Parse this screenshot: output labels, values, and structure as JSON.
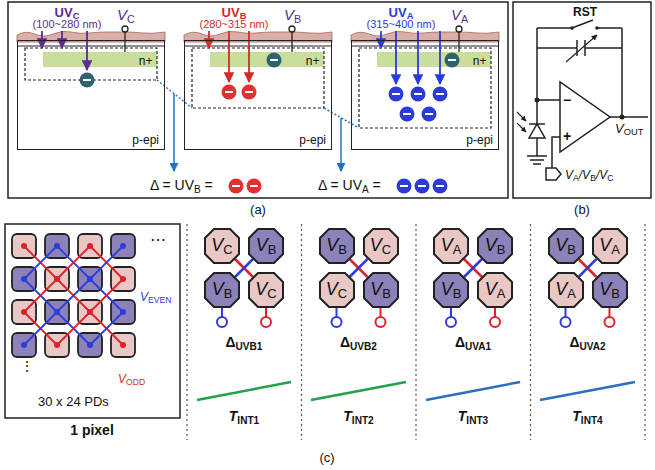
{
  "diagram": {
    "nodes": [
      {
        "text": [
          "p-epi"
        ]
      },
      {
        "text": [
          "n+"
        ],
        "in": 0
      },
      {
        "text": [
          "p-epi"
        ]
      },
      {
        "text": [
          "n+"
        ],
        "in": 2
      },
      {
        "text": [
          "p-epi"
        ]
      },
      {
        "text": [
          "n+"
        ],
        "in": 4
      },
      {
        "text": [
          "VC"
        ]
      },
      {
        "text": [
          "VB"
        ]
      },
      {
        "text": [
          "VB"
        ]
      },
      {
        "text": [
          "VC"
        ]
      },
      {
        "text": [
          "VB"
        ]
      },
      {
        "text": [
          "VC"
        ]
      },
      {
        "text": [
          "VC"
        ]
      },
      {
        "text": [
          "VB"
        ]
      },
      {
        "text": [
          "VA"
        ]
      },
      {
        "text": [
          "VB"
        ]
      },
      {
        "text": [
          "VB"
        ]
      },
      {
        "text": [
          "VA"
        ]
      },
      {
        "text": [
          "VB"
        ]
      },
      {
        "text": [
          "VA"
        ]
      },
      {
        "text": [
          "VA"
        ]
      },
      {
        "text": [
          "VB"
        ]
      }
    ],
    "edges": [
      {
        "from": 6,
        "to": 9,
        "arrow": "none"
      },
      {
        "from": 7,
        "to": 8,
        "arrow": "none"
      },
      {
        "from": 10,
        "to": 13,
        "arrow": "none"
      },
      {
        "from": 11,
        "to": 12,
        "arrow": "none"
      },
      {
        "from": 14,
        "to": 17,
        "arrow": "none"
      },
      {
        "from": 15,
        "to": 16,
        "arrow": "none"
      },
      {
        "from": 18,
        "to": 21,
        "arrow": "none"
      },
      {
        "from": 19,
        "to": 20,
        "arrow": "none"
      }
    ],
    "labels": [
      "UVC",
      "(100~280 nm)",
      "VC",
      "UVB",
      "(280~315 nm)",
      "VB",
      "UVA",
      "(315~400 nm)",
      "VA",
      "Δ = UVB =",
      "Δ = UVA =",
      "(a)",
      "RST",
      "VOUT",
      "−",
      "+",
      "VA/VB/VC",
      "(b)",
      "⋯",
      "⋮",
      "VEVEN",
      "VODD",
      "30 x 24 PDs",
      "1 pixel",
      "ΔUVB1",
      "ΔUVB2",
      "ΔUVA1",
      "ΔUVA2",
      "TINT1",
      "TINT2",
      "TINT3",
      "TINT4",
      "(c)"
    ]
  }
}
